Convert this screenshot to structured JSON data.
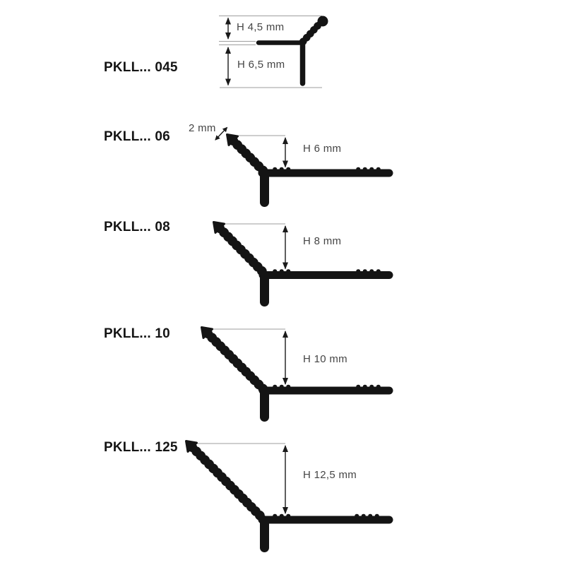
{
  "document": {
    "background": "#ffffff",
    "description_kind": "profile-cross-section-diagrams"
  },
  "colors": {
    "profile": "#141414",
    "dimension_line": "#1a1a1a",
    "extension_line": "#9e9e9e",
    "dimension_text": "#454545",
    "label_text": "#141414"
  },
  "profiles": [
    {
      "id": "pkll-045",
      "label": "PKLL... 045",
      "dimensions": {
        "upper_height": "H 4,5 mm",
        "lower_height": "H 6,5 mm"
      }
    },
    {
      "id": "pkll-06",
      "label": "PKLL... 06",
      "dimensions": {
        "edge": "2 mm",
        "height": "H 6 mm"
      }
    },
    {
      "id": "pkll-08",
      "label": "PKLL... 08",
      "dimensions": {
        "height": "H 8 mm"
      }
    },
    {
      "id": "pkll-10",
      "label": "PKLL... 10",
      "dimensions": {
        "height": "H 10 mm"
      }
    },
    {
      "id": "pkll-125",
      "label": "PKLL... 125",
      "dimensions": {
        "height": "H 12,5 mm"
      }
    }
  ]
}
